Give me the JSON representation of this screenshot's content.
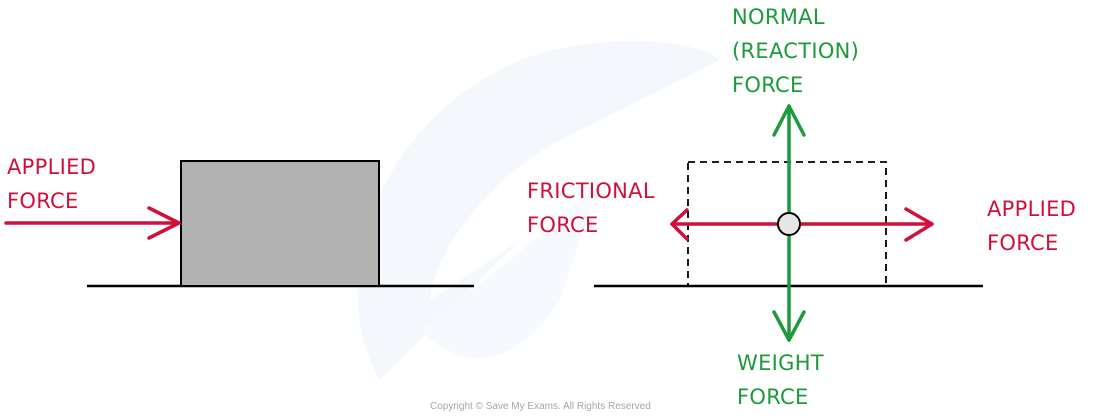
{
  "colors": {
    "applied": "#d0103a",
    "friction": "#d0103a",
    "normal": "#1d9a3c",
    "weight": "#1d9a3c",
    "block_fill": "#b2b2b2",
    "outline": "#000000",
    "center_point_fill": "#e6e6e6",
    "watermark": "#eef4fb"
  },
  "left_diagram": {
    "applied_force_label": [
      "APPLIED",
      "FORCE"
    ]
  },
  "right_diagram": {
    "normal_force_label": [
      "NORMAL",
      "(REACTION)",
      "FORCE"
    ],
    "frictional_force_label": [
      "FRICTIONAL",
      "FORCE"
    ],
    "applied_force_label": [
      "APPLIED",
      "FORCE"
    ],
    "weight_force_label": [
      "WEIGHT",
      "FORCE"
    ]
  },
  "footer": {
    "copyright": "Copyright © Save My Exams. All Rights Reserved"
  }
}
